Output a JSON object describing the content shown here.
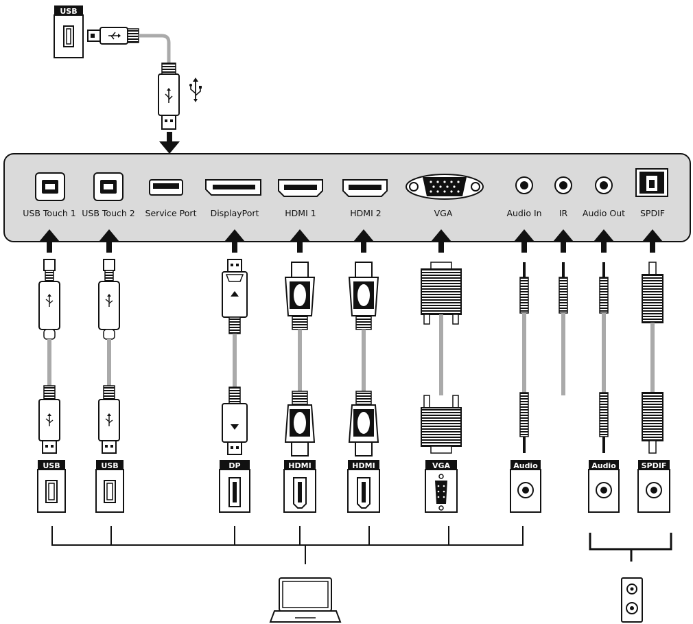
{
  "top_device": {
    "tag": "USB"
  },
  "panel_ports": [
    {
      "id": "usb-touch-1",
      "label": "USB Touch 1"
    },
    {
      "id": "usb-touch-2",
      "label": "USB Touch 2"
    },
    {
      "id": "service-port",
      "label": "Service Port"
    },
    {
      "id": "displayport",
      "label": "DisplayPort"
    },
    {
      "id": "hdmi-1",
      "label": "HDMI 1"
    },
    {
      "id": "hdmi-2",
      "label": "HDMI 2"
    },
    {
      "id": "vga",
      "label": "VGA"
    },
    {
      "id": "audio-in",
      "label": "Audio In"
    },
    {
      "id": "ir",
      "label": "IR"
    },
    {
      "id": "audio-out",
      "label": "Audio Out"
    },
    {
      "id": "spdif",
      "label": "SPDIF"
    }
  ],
  "source_ports": [
    {
      "id": "usb-a",
      "tag": "USB"
    },
    {
      "id": "usb-b",
      "tag": "USB"
    },
    {
      "id": "dp",
      "tag": "DP"
    },
    {
      "id": "hdmi-a",
      "tag": "HDMI"
    },
    {
      "id": "hdmi-b",
      "tag": "HDMI"
    },
    {
      "id": "vga",
      "tag": "VGA"
    },
    {
      "id": "audio-src",
      "tag": "Audio"
    },
    {
      "id": "audio-dst",
      "tag": "Audio"
    },
    {
      "id": "spdif-dst",
      "tag": "SPDIF"
    }
  ],
  "icons": [
    "usb-icon",
    "laptop-icon",
    "speaker-icon"
  ]
}
